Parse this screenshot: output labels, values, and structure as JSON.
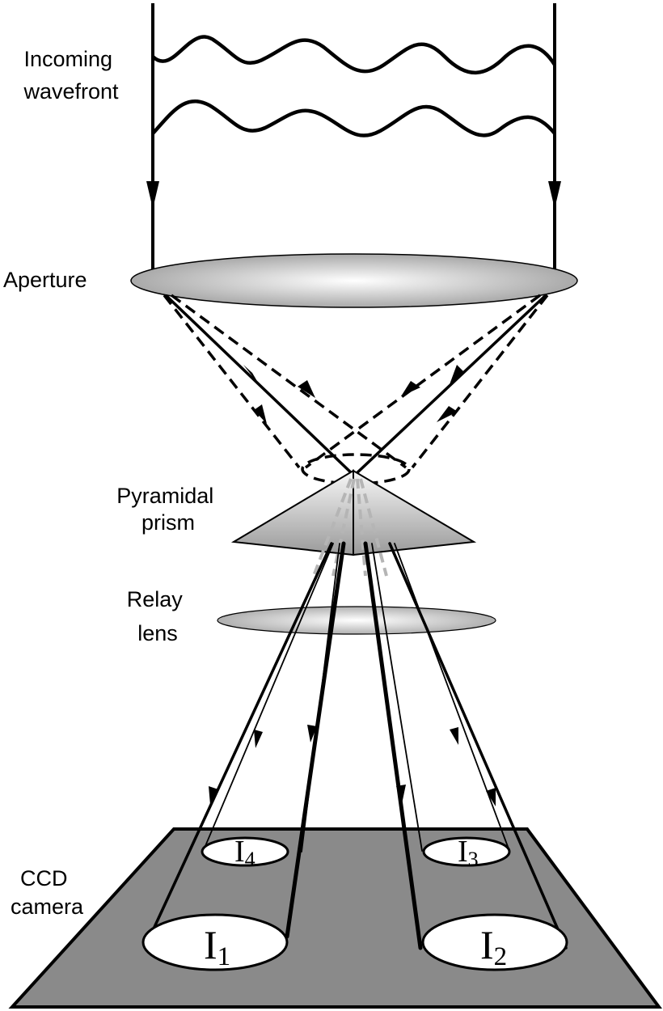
{
  "labels": {
    "incoming_wavefront": [
      "Incoming",
      "wavefront"
    ],
    "aperture": "Aperture",
    "pyramidal_prism": [
      "Pyramidal",
      "prism"
    ],
    "relay_lens": [
      "Relay",
      "lens"
    ],
    "ccd_camera": [
      "CCD",
      "camera"
    ]
  },
  "pupil_images": [
    {
      "base": "I",
      "sub": "1"
    },
    {
      "base": "I",
      "sub": "2"
    },
    {
      "base": "I",
      "sub": "3"
    },
    {
      "base": "I",
      "sub": "4"
    }
  ],
  "colors": {
    "ink": "#000000",
    "ccd_plate": "#8a8a8a",
    "lens_center": "#ffffff",
    "lens_edge": "#a9a9a9",
    "prism_light": "#f4f4f4",
    "prism_dark": "#9a9a9a",
    "spot_fill": "#ffffff"
  }
}
